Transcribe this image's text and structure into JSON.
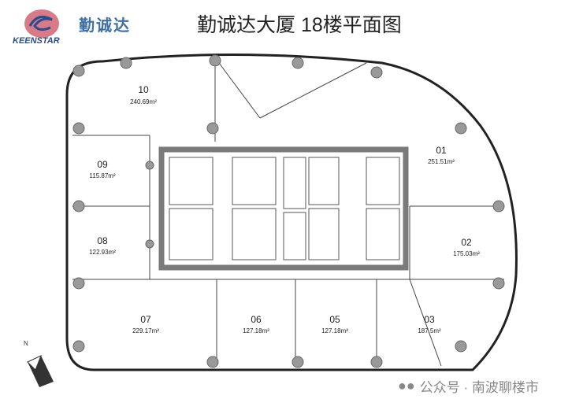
{
  "header": {
    "brand_en": "KEENSTAR",
    "brand_cn": "勤诚达",
    "title": "勤诚达大厦 18楼平面图"
  },
  "rooms": [
    {
      "id": "10",
      "area": "240.69m²"
    },
    {
      "id": "09",
      "area": "115.87m²"
    },
    {
      "id": "08",
      "area": "122.93m²"
    },
    {
      "id": "07",
      "area": "229.17m²"
    },
    {
      "id": "06",
      "area": "127.18m²"
    },
    {
      "id": "05",
      "area": "127.18m²"
    },
    {
      "id": "03",
      "area": "187.5m²"
    },
    {
      "id": "02",
      "area": "175.03m²"
    },
    {
      "id": "01",
      "area": "251.51m²"
    }
  ],
  "compass": {
    "label": "N"
  },
  "watermark": {
    "text": "公众号 · 南波聊楼市"
  },
  "colors": {
    "column": "#999999",
    "core": "#7a7a7a",
    "brand": "#3d6fa8"
  }
}
